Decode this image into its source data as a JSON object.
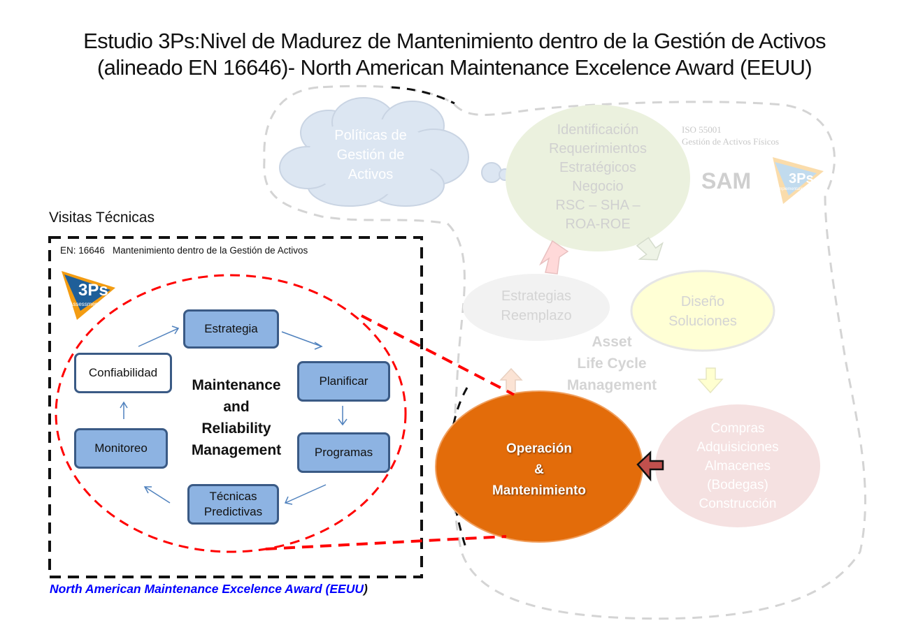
{
  "title": {
    "line1": "Estudio 3Ps:Nivel de Madurez de Mantenimiento dentro de la Gestión de Activos",
    "line2": "(alineado EN 16646)- North American Maintenance Excelence Award (EEUU)"
  },
  "asset_mgmt": {
    "cloud": [
      "Políticas de",
      "Gestión de",
      "Activos"
    ],
    "identificacion": [
      "Identificación",
      "Requerimientos",
      "Estratégicos",
      "Negocio",
      "RSC – SHA –",
      "ROA-ROE"
    ],
    "iso_line1": "ISO 55001",
    "iso_line2": "Gestión de Activos Físicos",
    "sam": "SAM",
    "logo_impl_text": "3Ps",
    "logo_impl_sub": "implementation",
    "estrategias": [
      "Estrategias",
      "Reemplazo"
    ],
    "diseno": [
      "Diseño",
      "Soluciones"
    ],
    "lifecycle": [
      "Asset",
      "Life Cycle",
      "Management"
    ],
    "operacion": [
      "Operación",
      "&",
      "Mantenimiento"
    ],
    "compras": [
      "Compras",
      "Adquisiciones",
      "Almacenes",
      "(Bodegas)",
      "Construcción"
    ]
  },
  "en16646": {
    "section_label": "Visitas Técnicas",
    "header": "EN: 16646   Mantenimiento dentro de la Gestión de Activos",
    "logo_text": "3Ps",
    "logo_sub": "Assessment",
    "center": [
      "Maintenance",
      "and",
      "Reliability",
      "Management"
    ],
    "boxes": {
      "estrategia": "Estrategia",
      "planificar": "Planificar",
      "programas": "Programas",
      "tecnicas": [
        "Técnicas",
        "Predictivas"
      ],
      "monitoreo": "Monitoreo",
      "confiabilidad": "Confiabilidad"
    },
    "footer_award": "North American Maintenance Excelence Award (EEUU",
    "footer_paren": ")"
  },
  "colors": {
    "orange": "#e36c0a",
    "box_blue": "#8db3e2",
    "box_border": "#3a5a85",
    "award_blue": "#0000ff",
    "red_dash": "#ff0000"
  }
}
